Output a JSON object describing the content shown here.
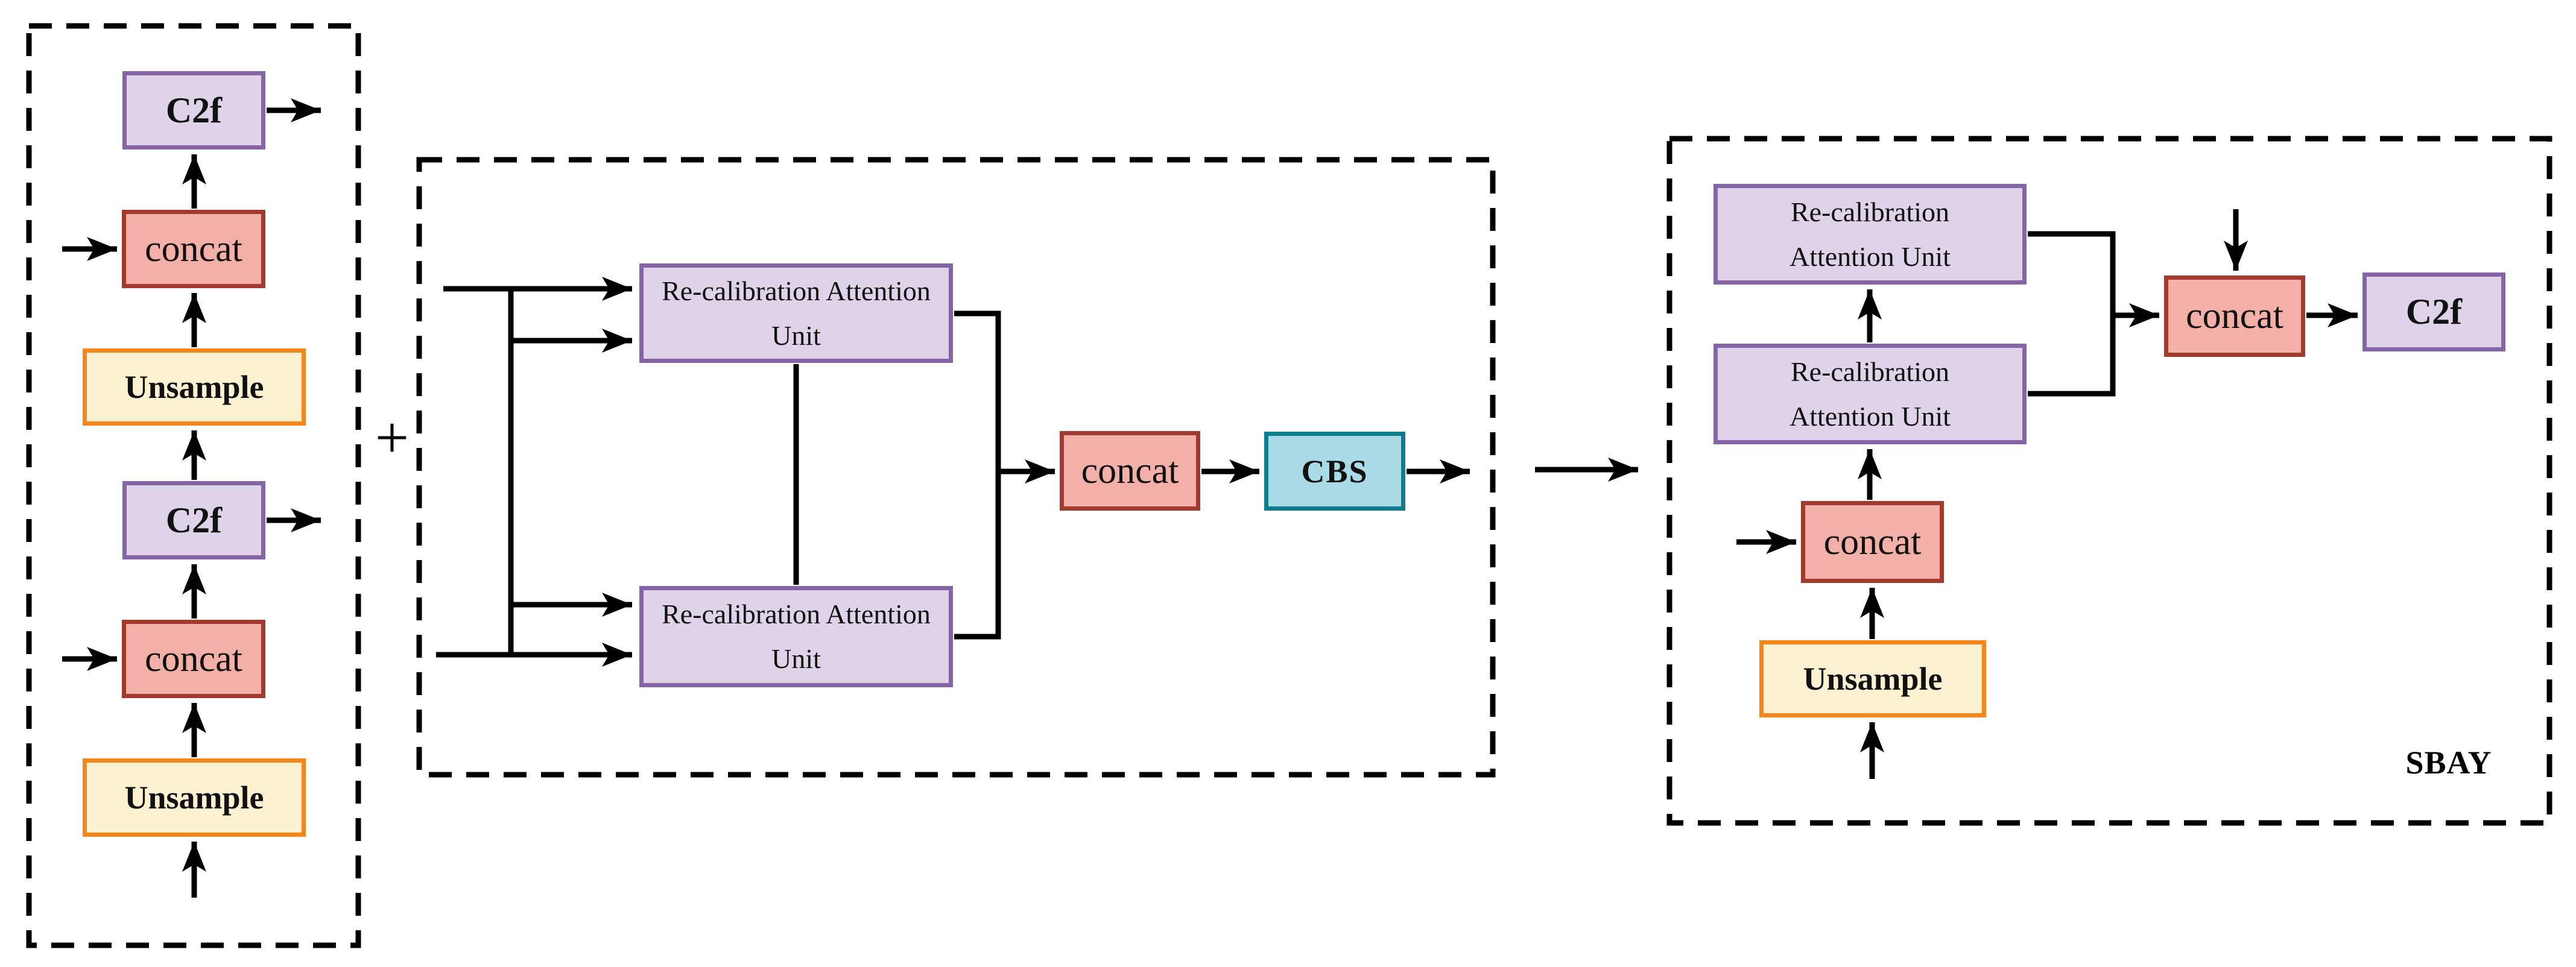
{
  "figure": {
    "type": "architecture-diagram",
    "description_note": "three dashed panels connected left-to-right"
  },
  "labels": {
    "c2f": "C2f",
    "concat": "concat",
    "unsample": "Unsample",
    "rau": "Re-calibration Attention Unit",
    "cbs": "CBS",
    "sbay": "SBAY",
    "plus": "+"
  },
  "left_panel": {
    "sequence_bottom_to_top": [
      "Unsample",
      "concat",
      "C2f",
      "Unsample",
      "concat",
      "C2f"
    ],
    "side_inputs": [
      "arrow into each concat from left"
    ],
    "side_outputs": [
      "arrow out of each C2f to right"
    ]
  },
  "middle_panel": {
    "units": [
      "Re-calibration Attention Unit",
      "Re-calibration Attention Unit"
    ],
    "post_chain": [
      "concat",
      "CBS"
    ],
    "inputs": [
      "two feature lines, each branched to both units"
    ]
  },
  "right_panel": {
    "tag": "SBAY",
    "sequence_bottom_to_top": [
      "Unsample",
      "concat",
      "Re-calibration Attention Unit",
      "Re-calibration Attention Unit"
    ],
    "post_chain": [
      "concat",
      "C2f"
    ],
    "extra_inputs": [
      "arrow into lower concat from left",
      "arrow into upper concat from top"
    ]
  },
  "colors": {
    "purple_fill": "#DED3E8",
    "purple_border": "#8665A6",
    "red_fill": "#F3B0A9",
    "red_border": "#A23A2E",
    "yellow_fill": "#FCF2D2",
    "yellow_border": "#F5861C",
    "blue_fill": "#A9DBE6",
    "blue_border": "#0E7D8D",
    "line": "#000000"
  }
}
